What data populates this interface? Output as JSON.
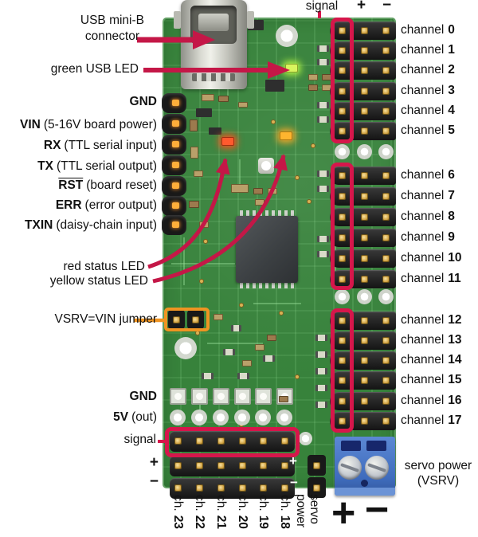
{
  "colors": {
    "arrow": "#c41747",
    "outline_red": "#d6164b",
    "outline_orange": "#ef9422",
    "pcb_green": "#37823b",
    "terminal_blue": "#4f7dcb"
  },
  "left": {
    "usb_label": [
      "USB mini-B",
      "connector"
    ],
    "green_led_label": "green USB LED",
    "pin_labels": [
      {
        "b": "GND",
        "r": ""
      },
      {
        "b": "VIN",
        "r": "(5-16V board power)"
      },
      {
        "b": "RX",
        "r": "(TTL serial input)"
      },
      {
        "b": "TX",
        "r": "(TTL serial output)"
      },
      {
        "b": "RST",
        "r": "(board reset)",
        "overline": true
      },
      {
        "b": "ERR",
        "r": "(error output)"
      },
      {
        "b": "TXIN",
        "r": "(daisy-chain input)"
      }
    ],
    "red_led_label": "red status LED",
    "yellow_led_label": "yellow status LED",
    "jumper_label": "VSRV=VIN jumper",
    "gnd_label": {
      "b": "GND",
      "r": ""
    },
    "five_v_label": {
      "b": "5V",
      "r": "(out)"
    },
    "signal_label": "signal",
    "plus_label": "+",
    "minus_label": "−"
  },
  "top": {
    "signal_label": "signal",
    "plus_label": "+",
    "minus_label": "−"
  },
  "right": {
    "channel_word": "channel",
    "channel_banks": [
      [
        "0",
        "1",
        "2",
        "3",
        "4",
        "5"
      ],
      [
        "6",
        "7",
        "8",
        "9",
        "10",
        "11"
      ],
      [
        "12",
        "13",
        "14",
        "15",
        "16",
        "17"
      ]
    ],
    "servo_power_label": [
      "servo power",
      "(VSRV)"
    ]
  },
  "bottom": {
    "channel_word": "ch.",
    "channels": [
      "23",
      "22",
      "21",
      "20",
      "19",
      "18"
    ],
    "servo_power_label": [
      "servo",
      "power"
    ],
    "plus_label": "+",
    "minus_label": "−"
  },
  "board_silkscreen": {
    "plus": "+",
    "minus": "−"
  }
}
